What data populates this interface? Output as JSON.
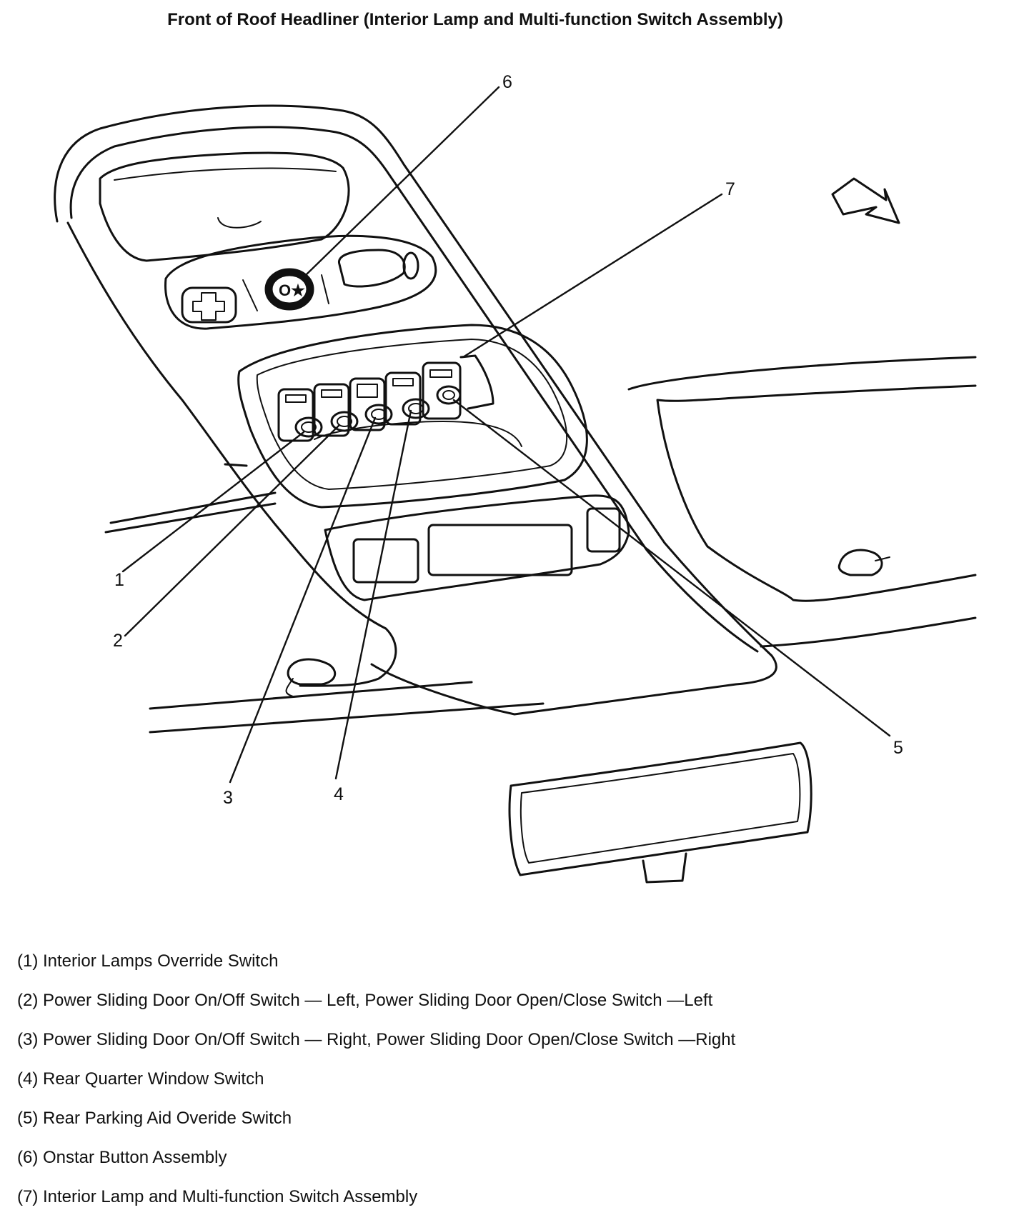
{
  "title": "Front of Roof Headliner (Interior Lamp and Multi-function Switch Assembly)",
  "onstar_button_text": "O★",
  "callouts": [
    {
      "id": "1",
      "label": "1"
    },
    {
      "id": "2",
      "label": "2"
    },
    {
      "id": "3",
      "label": "3"
    },
    {
      "id": "4",
      "label": "4"
    },
    {
      "id": "5",
      "label": "5"
    },
    {
      "id": "6",
      "label": "6"
    },
    {
      "id": "7",
      "label": "7"
    }
  ],
  "legend": [
    "(1) Interior Lamps Override Switch",
    "(2) Power Sliding Door On/Off Switch — Left, Power Sliding Door Open/Close Switch —Left",
    "(3) Power Sliding Door On/Off Switch — Right, Power Sliding Door Open/Close Switch —Right",
    "(4) Rear Quarter Window Switch",
    "(5) Rear Parking Aid Overide Switch",
    "(6) Onstar Button Assembly",
    "(7) Interior Lamp and Multi-function Switch Assembly"
  ],
  "colors": {
    "line": "#111111",
    "background": "#ffffff"
  }
}
